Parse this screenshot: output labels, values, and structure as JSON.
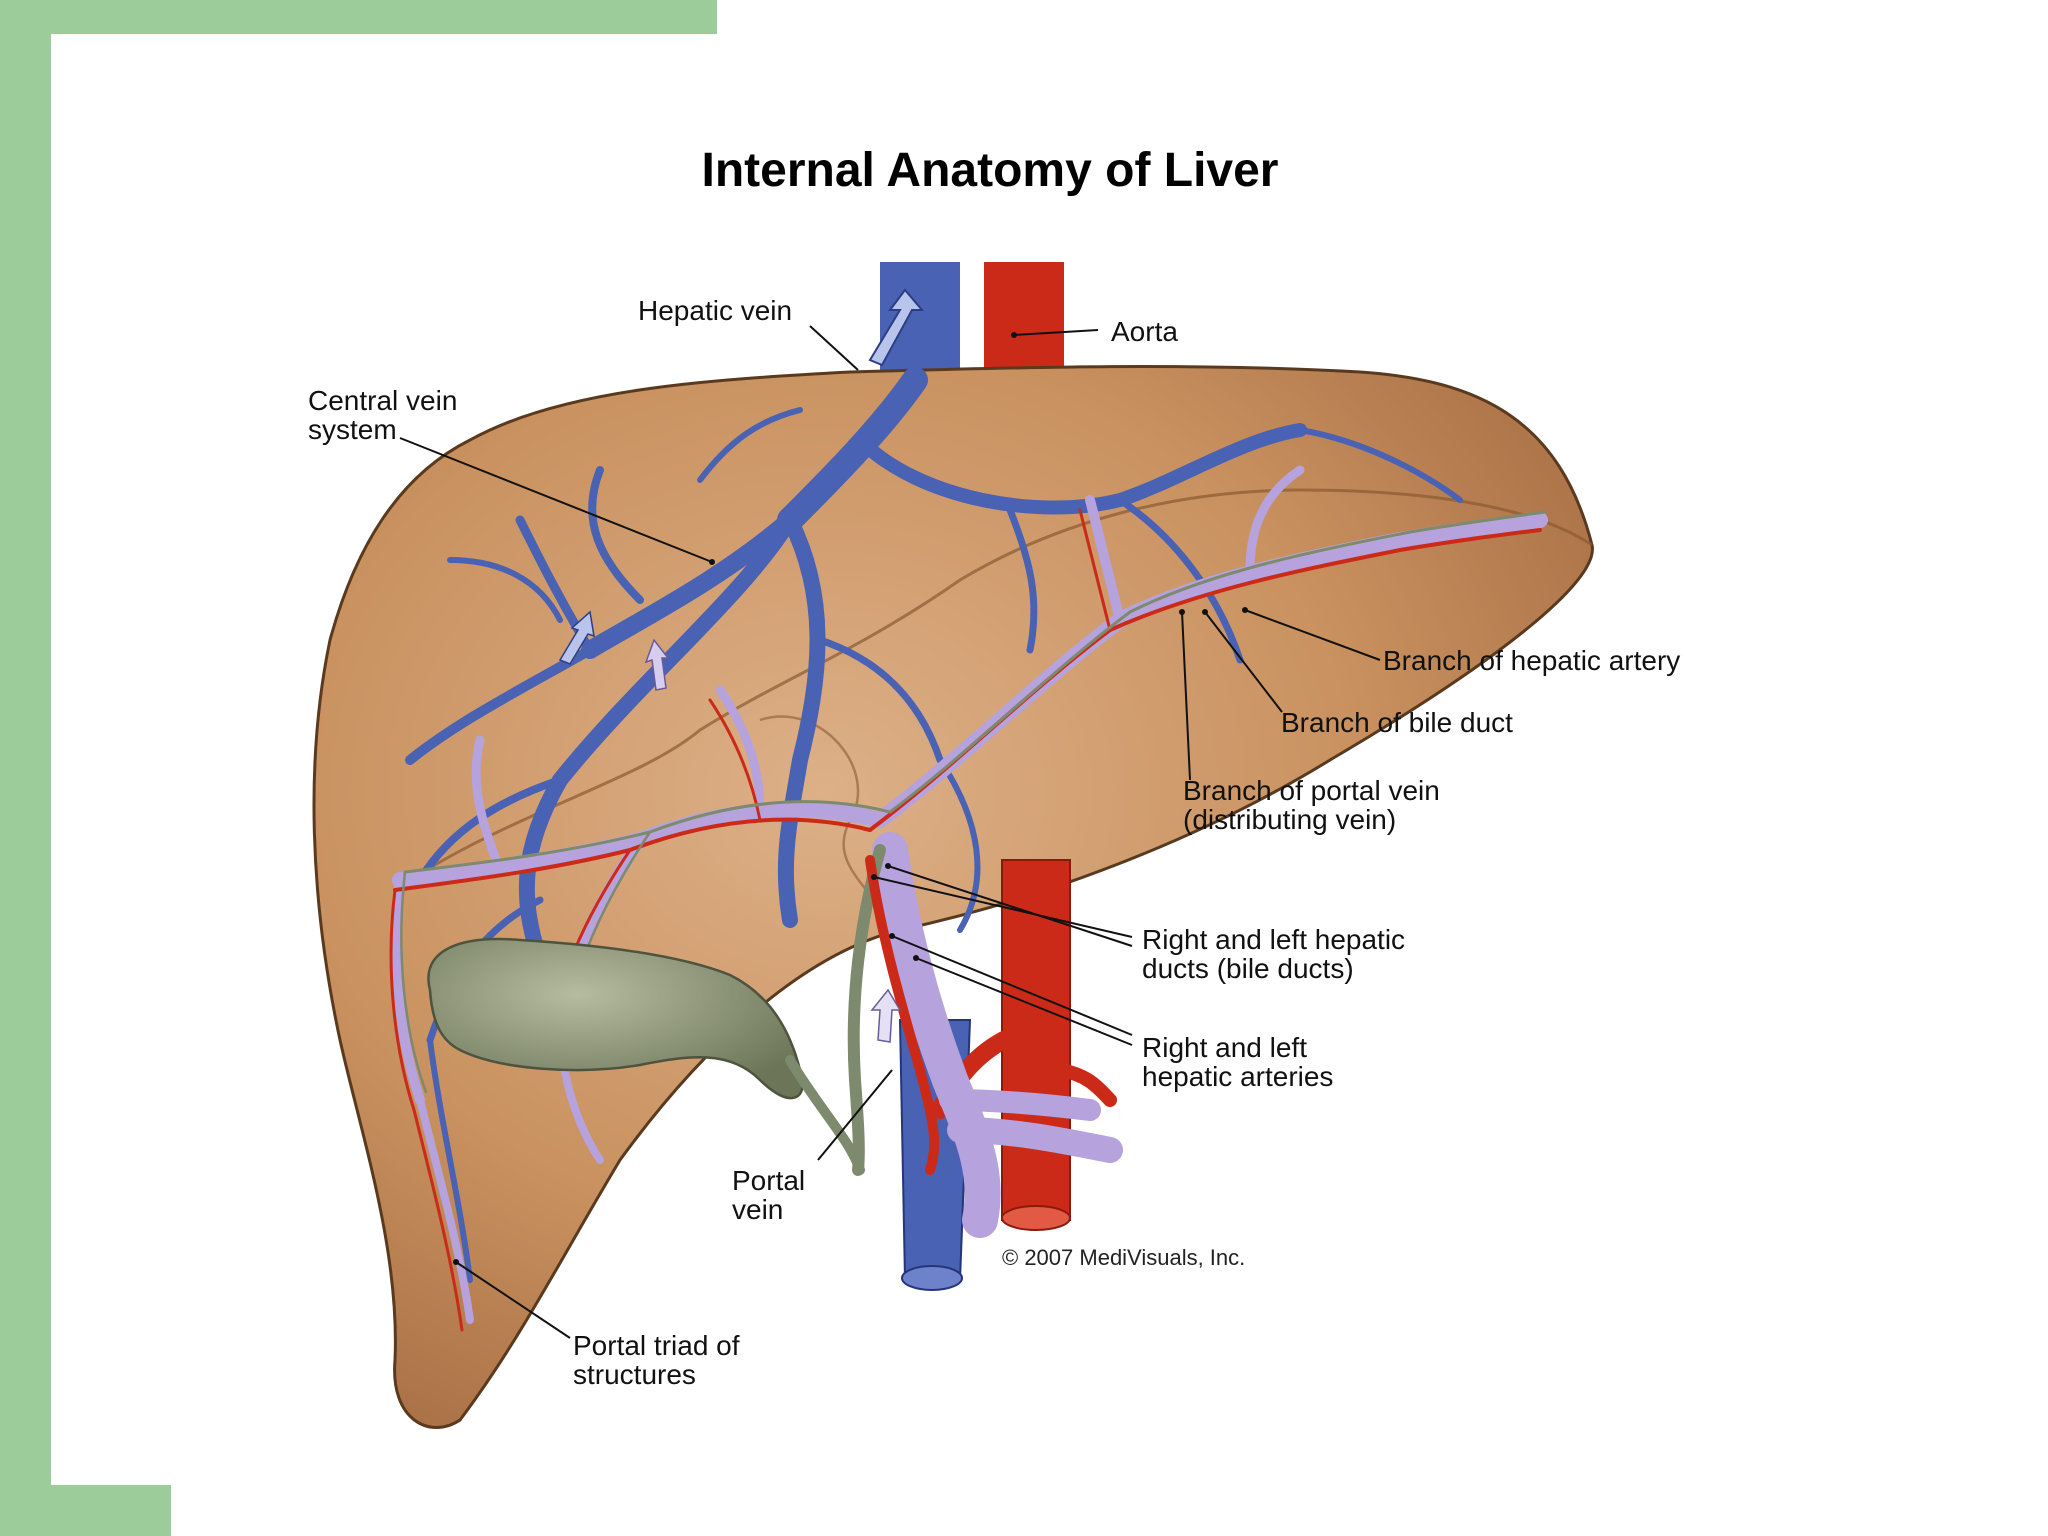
{
  "title": "Internal Anatomy of Liver",
  "copyright": "© 2007 MediVisuals, Inc.",
  "colors": {
    "frame": "#9ccc9a",
    "liver": "#c9915f",
    "hepatic_vein": "#4a62b4",
    "portal_vein": "#b6a2dc",
    "artery": "#cc2a18",
    "bile_duct": "#7d8a6e",
    "gallbladder": "#8c9478"
  },
  "labels": {
    "hepatic_vein": "Hepatic vein",
    "aorta": "Aorta",
    "central_vein_1": "Central vein",
    "central_vein_2": "system",
    "hepatic_artery_branch": "Branch of hepatic artery",
    "bile_duct_branch": "Branch of bile duct",
    "portal_vein_branch_1": "Branch of portal vein",
    "portal_vein_branch_2": "(distributing vein)",
    "hepatic_ducts_1": "Right and left hepatic",
    "hepatic_ducts_2": "ducts (bile ducts)",
    "hepatic_arteries_1": "Right and left",
    "hepatic_arteries_2": "hepatic arteries",
    "portal_vein_1": "Portal",
    "portal_vein_2": "vein",
    "portal_triad_1": "Portal triad of",
    "portal_triad_2": "structures"
  }
}
